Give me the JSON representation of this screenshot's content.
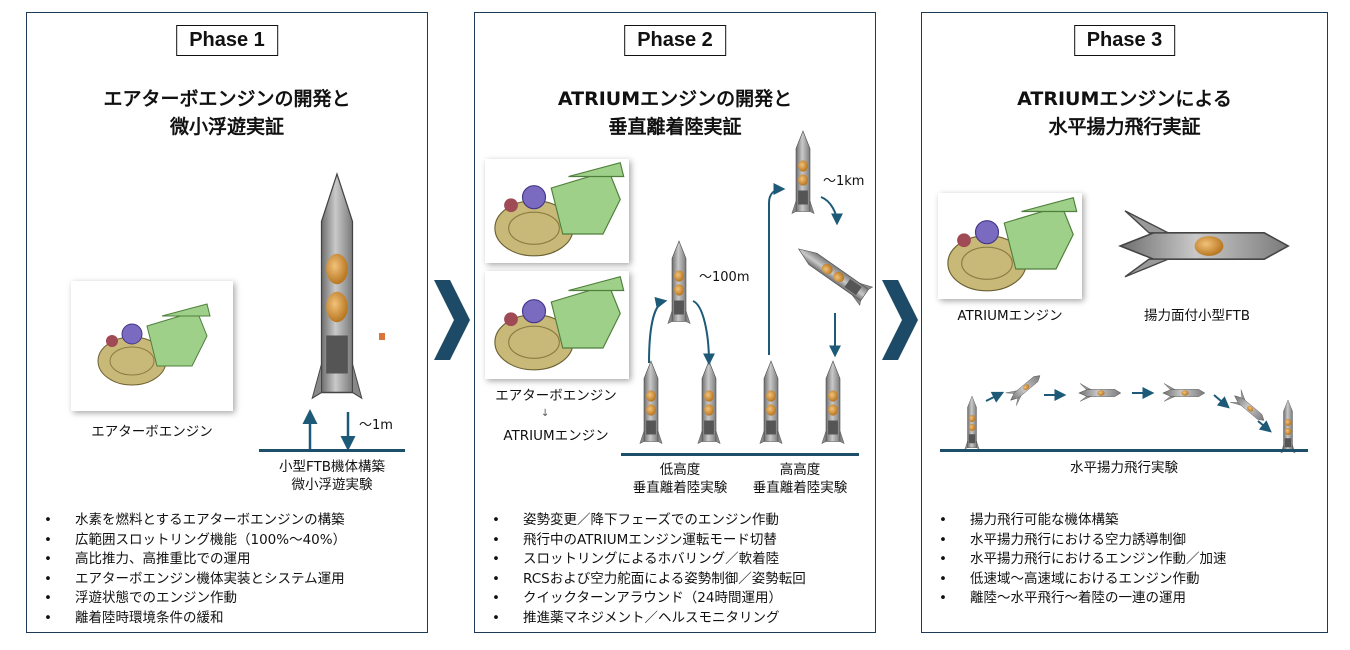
{
  "phases": [
    {
      "label": "Phase 1",
      "title_line1": "エアターボエンジンの開発と",
      "title_line2": "微小浮遊実証",
      "engine_caption": "エアターボエンジン",
      "altitude_label": "～1m",
      "test_caption_line1": "小型FTB機体構築",
      "test_caption_line2": "微小浮遊実験",
      "bullets": [
        "水素を燃料とするエアターボエンジンの構築",
        "広範囲スロットリング機能（100%～40%）",
        "高比推力、高推重比での運用",
        "エアターボエンジン機体実装とシステム運用",
        "浮遊状態でのエンジン作動",
        "離着陸時環境条件の緩和"
      ]
    },
    {
      "label": "Phase 2",
      "title_line1": "ATRIUMエンジンの開発と",
      "title_line2": "垂直離着陸実証",
      "engine_caption_from": "エアターボエンジン",
      "engine_caption_to": "ATRIUMエンジン",
      "low_altitude_label": "～100m",
      "high_altitude_label": "～1km",
      "low_caption_line1": "低高度",
      "low_caption_line2": "垂直離着陸実験",
      "high_caption_line1": "高高度",
      "high_caption_line2": "垂直離着陸実験",
      "bullets": [
        "姿勢変更／降下フェーズでのエンジン作動",
        "飛行中のATRIUMエンジン運転モード切替",
        "スロットリングによるホバリング／軟着陸",
        "RCSおよび空力舵面による姿勢制御／姿勢転回",
        "クイックターンアラウンド（24時間運用）",
        "推進薬マネジメント／ヘルスモニタリング"
      ]
    },
    {
      "label": "Phase 3",
      "title_line1": "ATRIUMエンジンによる",
      "title_line2": "水平揚力飛行実証",
      "engine_caption": "ATRIUMエンジン",
      "vehicle_caption": "揚力面付小型FTB",
      "flight_caption": "水平揚力飛行実験",
      "bullets": [
        "揚力飛行可能な機体構築",
        "水平揚力飛行における空力誘導制御",
        "水平揚力飛行におけるエンジン作動／加速",
        "低速域～高速域におけるエンジン作動",
        "離陸～水平飛行～着陸の一連の運用"
      ]
    }
  ],
  "colors": {
    "frame": "#1d3a57",
    "arrow": "#1d5a78",
    "chevron": "#1d4a66",
    "engine_green": "#9fd08a",
    "engine_gold": "#c9b978",
    "engine_purple": "#7b6bc0",
    "rocket_gray": "#9a9a9a",
    "tank_orange": "#d99a3a"
  }
}
